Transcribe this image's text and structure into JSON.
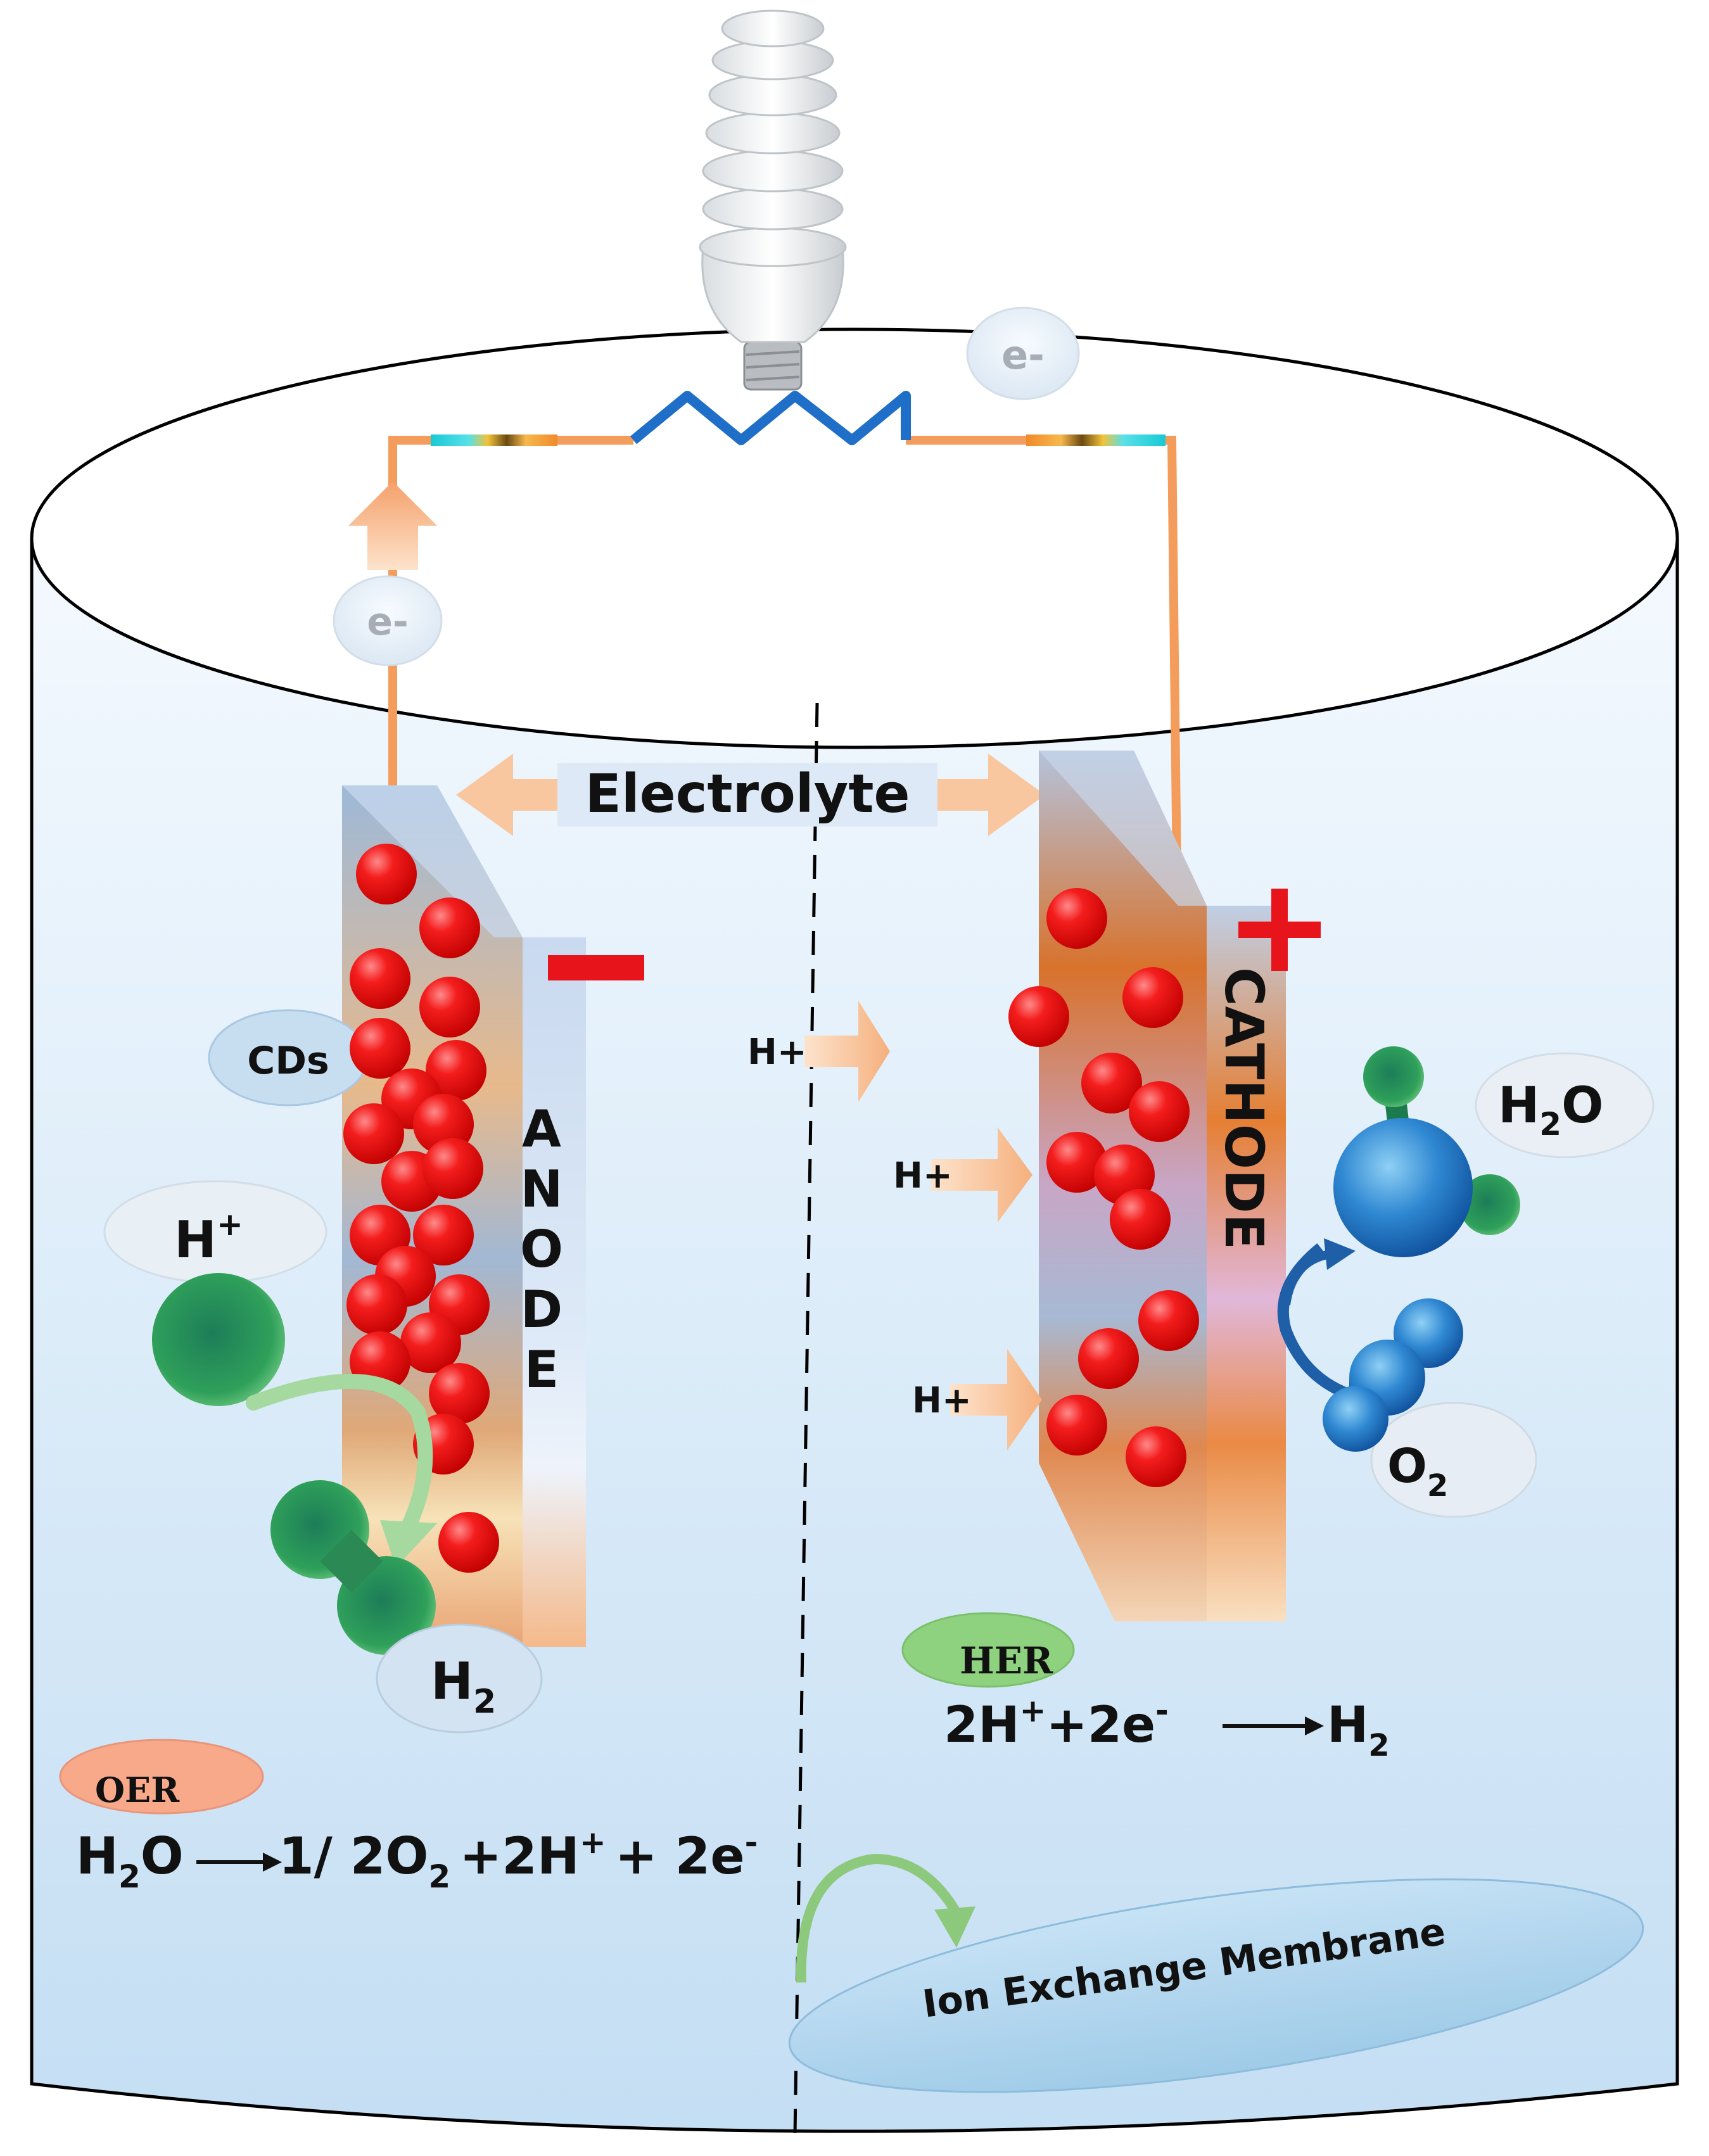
{
  "labels": {
    "electrolyte": "Electrolyte",
    "anode": "ANODE",
    "cathode": "CATHODE",
    "cds": "CDs",
    "e_minus": "e-",
    "h_plus": "H+",
    "ion_membrane": "Ion Exchange Membrane",
    "h": "H",
    "o": "O",
    "two": "2",
    "plus_sup": "+"
  },
  "oer": {
    "tag": "OER",
    "h2o_h": "H",
    "h2o_sub": "2",
    "h2o_o": "O",
    "product": "1/ 2O",
    "product_sub": "2",
    "protons": "+2H",
    "protons_sup": "+",
    "electrons": "+ 2e",
    "electrons_sup": "-"
  },
  "her": {
    "tag": "HER",
    "lhs_a": "2H",
    "lhs_sup": "+",
    "lhs_b": "+2e",
    "lhs_sup2": "-",
    "rhs": "H",
    "rhs_sub": "2"
  },
  "colors": {
    "particle": "#ee1111",
    "wire": "#f39c5b",
    "resistor": "#1f6fc8",
    "minus_sign": "#e8141c",
    "plus_sign": "#e8141c",
    "oer_tag": "#f7a98a",
    "her_tag": "#8ed17e",
    "membrane": "#a9d1ec"
  }
}
